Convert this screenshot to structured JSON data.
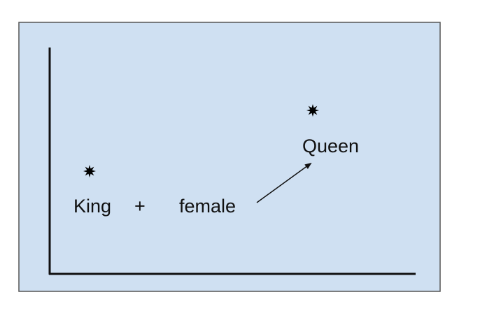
{
  "diagram": {
    "background_color": "#cfe0f2",
    "border_color": "#555555",
    "ink_color": "#000000",
    "point_icon": "star-burst-icon",
    "labels": {
      "king": "King",
      "plus": "+",
      "female": "female",
      "queen": "Queen"
    }
  }
}
